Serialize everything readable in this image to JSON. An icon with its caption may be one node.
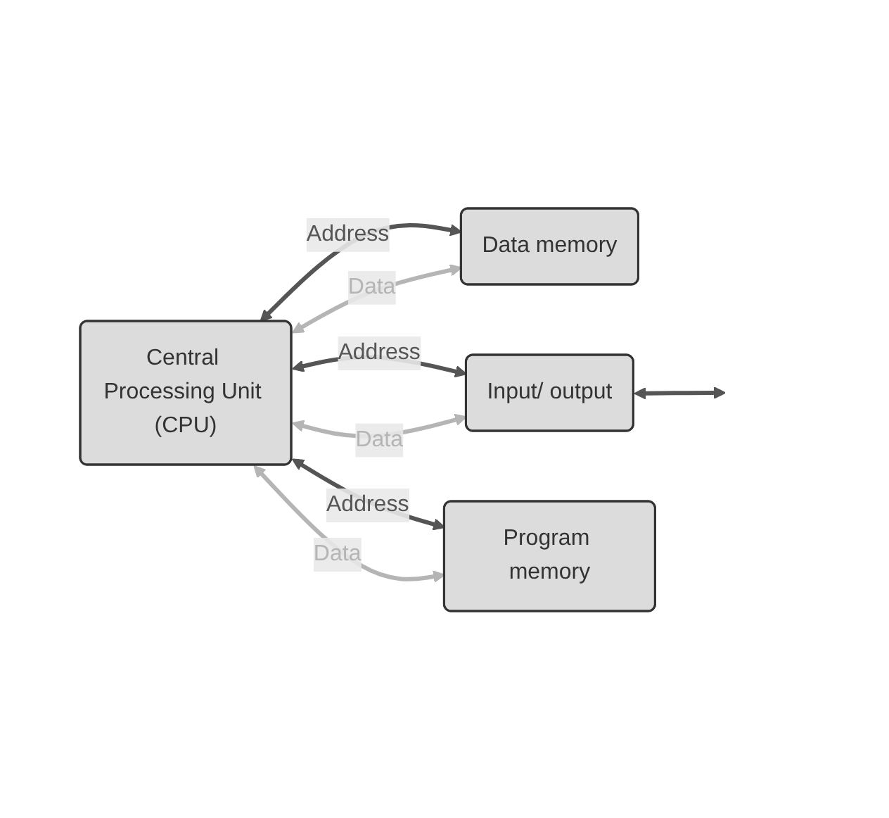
{
  "diagram": {
    "nodes": [
      {
        "text": [
          "Central Processing Unit (CPU)"
        ]
      },
      {
        "text": [
          "Data memory"
        ]
      },
      {
        "text": [
          "Input/ output"
        ]
      },
      {
        "text": [
          "Program memory"
        ]
      }
    ],
    "edges": [
      {
        "from": 0,
        "to": 1,
        "arrow": "both",
        "label": "Address"
      },
      {
        "from": 0,
        "to": 1,
        "arrow": "both",
        "label": "Data",
        "color": "#b5b5b5"
      },
      {
        "from": 0,
        "to": 2,
        "arrow": "both",
        "label": "Address"
      },
      {
        "from": 0,
        "to": 2,
        "arrow": "both",
        "label": "Data",
        "color": "#b5b5b5"
      },
      {
        "from": 0,
        "to": 3,
        "arrow": "both",
        "label": "Address"
      },
      {
        "from": 0,
        "to": 3,
        "arrow": "both",
        "label": "Data",
        "color": "#b5b5b5"
      },
      {
        "from": 2,
        "to": null,
        "arrow": "both"
      }
    ]
  }
}
